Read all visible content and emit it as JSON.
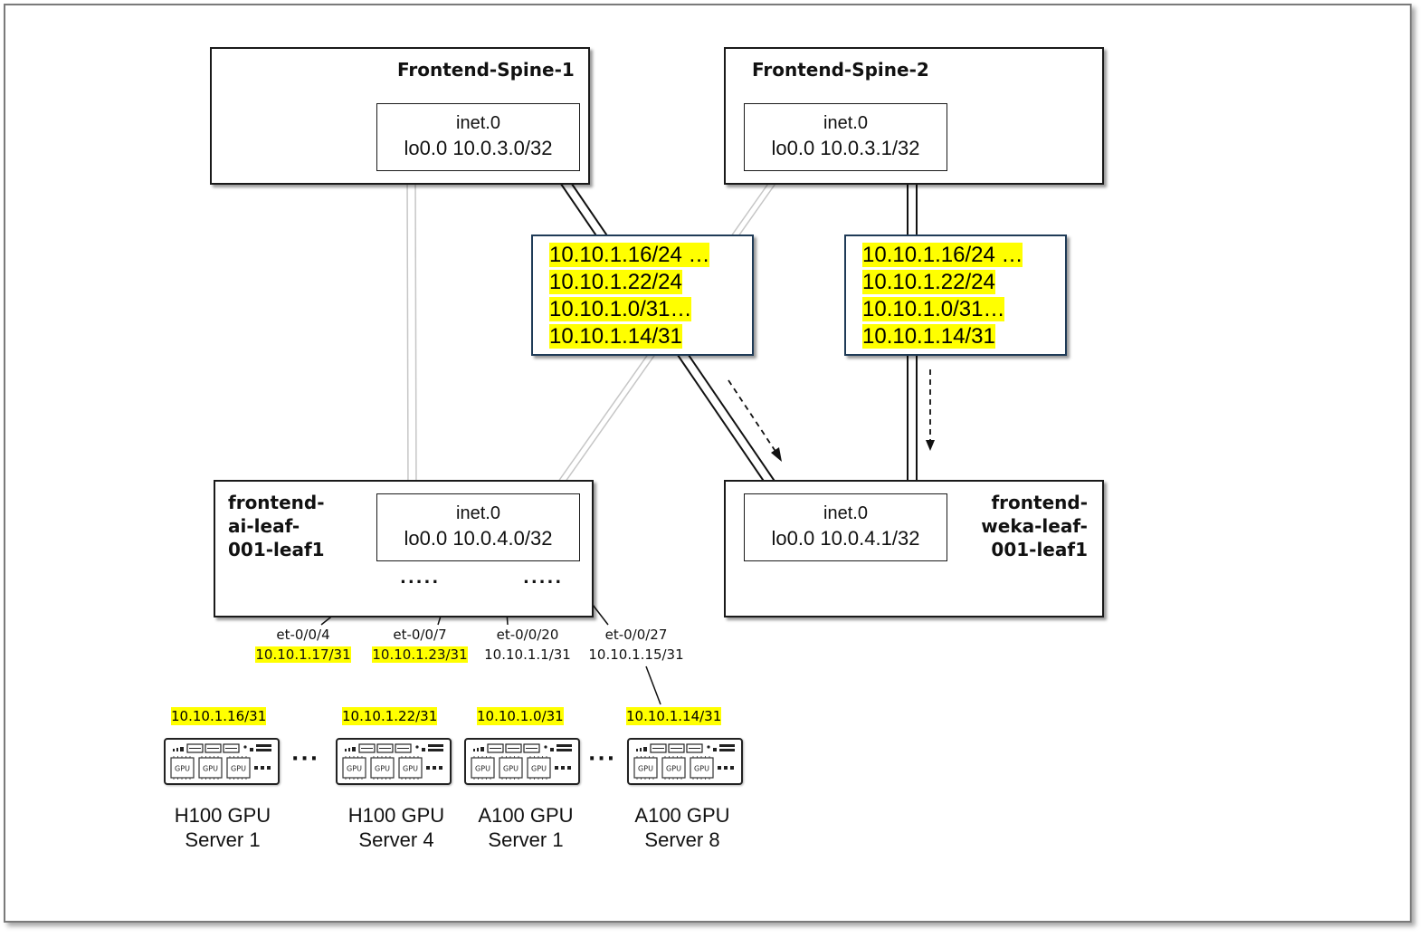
{
  "spine1": {
    "title": "Frontend-Spine-1",
    "table": "inet.0",
    "lo": "lo0.0 10.0.3.0/32"
  },
  "spine2": {
    "title": "Frontend-Spine-2",
    "table": "inet.0",
    "lo": "lo0.0 10.0.3.1/32"
  },
  "ai_leaf": {
    "title_lines": [
      "frontend-",
      "ai-leaf-",
      "001-leaf1"
    ],
    "table": "inet.0",
    "lo": "lo0.0 10.0.4.0/32",
    "dots1": ".....",
    "dots2": "....."
  },
  "weka_leaf": {
    "title_lines": [
      "frontend-",
      "weka-leaf-",
      "001-leaf1"
    ],
    "table": "inet.0",
    "lo": "lo0.0 10.0.4.1/32"
  },
  "routes_left": [
    "10.10.1.16/24 …",
    "10.10.1.22/24",
    "10.10.1.0/31…",
    "10.10.1.14/31"
  ],
  "routes_right": [
    "10.10.1.16/24 …",
    "10.10.1.22/24",
    "10.10.1.0/31…",
    "10.10.1.14/31"
  ],
  "ports": [
    {
      "name": "et-0/0/4",
      "ip": "10.10.1.17/31",
      "highlight": true
    },
    {
      "name": "et-0/0/7",
      "ip": "10.10.1.23/31",
      "highlight": true
    },
    {
      "name": "et-0/0/20",
      "ip": "10.10.1.1/31",
      "highlight": false
    },
    {
      "name": "et-0/0/27",
      "ip": "10.10.1.15/31",
      "highlight": false
    }
  ],
  "servers": [
    {
      "ip": "10.10.1.16/31",
      "line1": "H100 GPU",
      "line2": "Server 1"
    },
    {
      "ip": "10.10.1.22/31",
      "line1": "H100 GPU",
      "line2": "Server 4"
    },
    {
      "ip": "10.10.1.0/31",
      "line1": "A100 GPU",
      "line2": "Server 1"
    },
    {
      "ip": "10.10.1.14/31",
      "line1": "A100 GPU",
      "line2": "Server 8"
    }
  ],
  "gpu_label": "GPU",
  "ellipsis": "···",
  "colors": {
    "highlight": "#ffff00",
    "route_box_border": "#1f3b57",
    "gray_link": "#c0c0c0"
  }
}
